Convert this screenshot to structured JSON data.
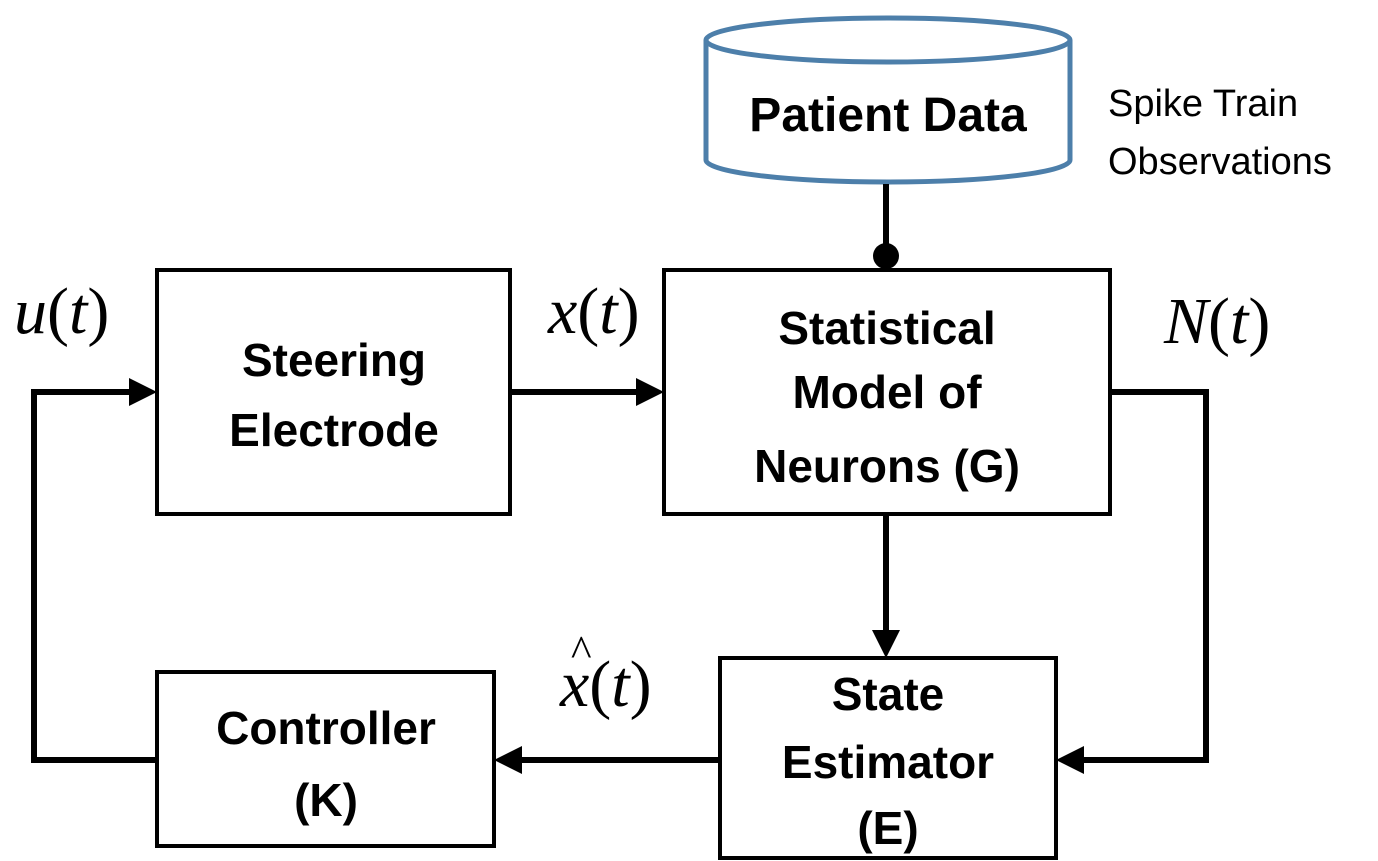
{
  "database": {
    "label": "Patient Data",
    "note_line1": "Spike Train",
    "note_line2": "Observations"
  },
  "blocks": {
    "steering": {
      "line1": "Steering",
      "line2": "Electrode"
    },
    "model": {
      "line1": "Statistical",
      "line2": "Model of",
      "line3": "Neurons (G)"
    },
    "estimator": {
      "line1": "State",
      "line2": "Estimator",
      "line3": "(E)"
    },
    "controller": {
      "line1": "Controller",
      "line2": "(K)"
    }
  },
  "signals": {
    "u": {
      "var": "u",
      "arg": "t"
    },
    "x": {
      "var": "x",
      "arg": "t"
    },
    "n": {
      "var": "N",
      "arg": "t"
    },
    "xhat": {
      "var": "x",
      "hat": "^",
      "arg": "t"
    }
  },
  "colors": {
    "database_outline": "#4d7faa",
    "lines": "#000000"
  }
}
